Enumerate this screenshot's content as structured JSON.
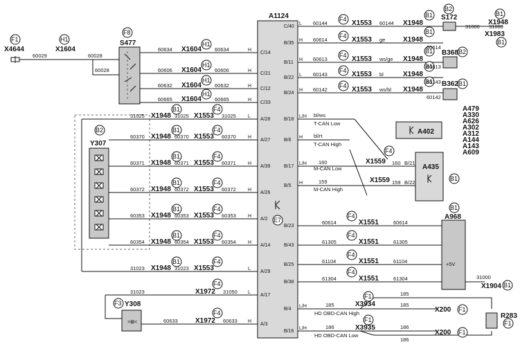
{
  "main_module": {
    "id": "A1124",
    "mark": "E7"
  },
  "left_pins": [
    {
      "pin": "C/14",
      "state": "H"
    },
    {
      "pin": "C/21",
      "state": "H"
    },
    {
      "pin": "C/12",
      "state": "H"
    },
    {
      "pin": "C/33",
      "state": "H"
    },
    {
      "pin": "A/28",
      "state": "L"
    },
    {
      "pin": "A/27",
      "state": "H"
    },
    {
      "pin": "A/39",
      "state": "H"
    },
    {
      "pin": "A/26",
      "state": "H"
    },
    {
      "pin": "A/2",
      "state": "H"
    },
    {
      "pin": "A/14",
      "state": "H"
    },
    {
      "pin": "A/29",
      "state": "L"
    },
    {
      "pin": "A/17",
      "state": "L"
    },
    {
      "pin": "A/3",
      "state": "H"
    }
  ],
  "right_pins": [
    {
      "pin": "C/40",
      "state": "L"
    },
    {
      "pin": "B/35",
      "state": "H"
    },
    {
      "pin": "B/11",
      "state": "H"
    },
    {
      "pin": "B/22",
      "state": "L"
    },
    {
      "pin": "B/24",
      "state": "H"
    },
    {
      "pin": "B/18",
      "state": "L/H"
    },
    {
      "pin": "B/6",
      "state": "H"
    },
    {
      "pin": "B/17",
      "state": "L/H"
    },
    {
      "pin": "B/5",
      "state": "H"
    },
    {
      "pin": "B/23",
      "state": ""
    },
    {
      "pin": "B/43",
      "state": ""
    },
    {
      "pin": "B/25",
      "state": ""
    },
    {
      "pin": "B/38",
      "state": ""
    },
    {
      "pin": "B/4",
      "state": "L/H"
    },
    {
      "pin": "B/16",
      "state": "L/H"
    }
  ],
  "left_top": {
    "f1": "F1",
    "x4644": "X4644",
    "w60029": "60029",
    "h1": "H1",
    "x1604": "X1604",
    "w60028": "60028",
    "w60028b": "60028"
  },
  "s477": {
    "id": "S477",
    "mark": "F8"
  },
  "left_wires": [
    {
      "a": "60634",
      "conn": "X1604",
      "mark": "H1",
      "b": "60634"
    },
    {
      "a": "60606",
      "conn": "X1604",
      "mark": "H1",
      "b": "60606"
    },
    {
      "a": "60632",
      "conn": "X1604",
      "mark": "H1",
      "b": "60632"
    },
    {
      "a": "60665",
      "conn": "X1604",
      "mark": "H1",
      "b": "60665"
    }
  ],
  "mid_wires": [
    {
      "a": "31025",
      "c1": "X1948",
      "m1": "B1",
      "b": "31025",
      "c2": "X1553",
      "m2": "F4",
      "d": "31025"
    },
    {
      "a": "60370",
      "c1": "X1948",
      "m1": "B1",
      "b": "60370",
      "c2": "X1553",
      "m2": "F4",
      "d": "60370"
    },
    {
      "a": "60371",
      "c1": "X1948",
      "m1": "B1",
      "b": "60371",
      "c2": "X1553",
      "m2": "F4",
      "d": "60371"
    },
    {
      "a": "60372",
      "c1": "X1948",
      "m1": "B1",
      "b": "60372",
      "c2": "X1553",
      "m2": "F4",
      "d": "60372"
    },
    {
      "a": "60353",
      "c1": "X1948",
      "m1": "B1",
      "b": "60353",
      "c2": "X1553",
      "m2": "F4",
      "d": "60353"
    },
    {
      "a": "60354",
      "c1": "X1948",
      "m1": "B1",
      "b": "60354",
      "c2": "X1553",
      "m2": "F4",
      "d": "60354"
    },
    {
      "a": "31023",
      "c1": "X1948",
      "m1": "B1",
      "b": "31023",
      "c2": "X1553",
      "m2": "F4",
      "d": ""
    }
  ],
  "y307": {
    "id": "Y307",
    "mark": "B2"
  },
  "y308": {
    "id": "Y308",
    "mark": "F3"
  },
  "bottom_wires": [
    {
      "a": "31023",
      "conn": "X1972",
      "mark": "F4",
      "b": "31050"
    },
    {
      "a": "60633",
      "conn": "X1972",
      "mark": "F4",
      "b": "60633"
    }
  ],
  "right_wires": [
    {
      "a": "60144",
      "c1": "X1553",
      "m1": "F4",
      "b": "60144",
      "color": "",
      "c2": "X1948",
      "m2": "B1"
    },
    {
      "a": "60614",
      "c1": "X1553",
      "m1": "F4",
      "b": "ge",
      "color": "",
      "c2": "X1948",
      "m2": "B1"
    },
    {
      "a": "60613",
      "c1": "X1553",
      "m1": "F4",
      "b": "ws/ge",
      "color": "",
      "c2": "X1948",
      "m2": "B1"
    },
    {
      "a": "60143",
      "c1": "X1553",
      "m1": "F4",
      "b": "bl",
      "color": "",
      "c2": "X1948",
      "m2": "B1"
    },
    {
      "a": "60142",
      "c1": "X1553",
      "m1": "F4",
      "b": "ws/bl",
      "color": "",
      "c2": "X1948",
      "m2": "B1"
    }
  ],
  "right_wire_ends": [
    "60614",
    "60613",
    "60143",
    "60142"
  ],
  "s172": {
    "id": "S172",
    "mark": "B2",
    "x1948": "X1948",
    "b1": "B1",
    "w31000": "31000",
    "w31000b": "31000",
    "x1983": "X1983",
    "b1b": "B1"
  },
  "b368": {
    "id": "B368",
    "mark": "B2"
  },
  "b362": {
    "id": "B362",
    "mark": "B1"
  },
  "can_t": {
    "low": "bl/ws",
    "low_label": "T-CAN Low",
    "high": "bl/rt",
    "high_label": "T-CAN High"
  },
  "a402": {
    "id": "A402"
  },
  "can_ids": [
    "A479",
    "A330",
    "A626",
    "A302",
    "A312",
    "A144",
    "A143",
    "A609"
  ],
  "can_m": {
    "low": "160",
    "low_label": "M-CAN Low",
    "high": "159",
    "high_label": "M-CAN High",
    "x1559": "X1559",
    "x1559b": "X1559",
    "f4": "F4",
    "low_end": "160",
    "low_pin": "B/21",
    "high_end": "159",
    "high_pin": "B/22"
  },
  "a435": {
    "id": "A435",
    "mark": "B1"
  },
  "a968": {
    "id": "A968",
    "mark": "B1",
    "v": "+5V"
  },
  "a968_wires": [
    {
      "a": "60614",
      "conn": "X1551",
      "mark": "F4",
      "b": "60614"
    },
    {
      "a": "61305",
      "conn": "X1551",
      "mark": "F4",
      "b": "61305"
    },
    {
      "a": "61104",
      "conn": "X1551",
      "mark": "F4",
      "b": "61104"
    },
    {
      "a": "61304",
      "conn": "X1551",
      "mark": "F4",
      "b": "61304"
    }
  ],
  "a968_out": {
    "w31000": "31000",
    "x1904": "X1904",
    "b1": "B1"
  },
  "obd": {
    "high": "185",
    "high_b": "185",
    "high_c": "185",
    "high_label": "HD OBD-CAN High",
    "low": "186",
    "low_b": "186",
    "low_c": "186",
    "low_label": "HD OBD-CAN Low",
    "x3934": "X3934",
    "x3935": "X3935",
    "f1a": "F1",
    "f1b": "F1",
    "x200a": "X200",
    "x200b": "X200",
    "f1c": "F1",
    "f1d": "F1"
  },
  "r283": {
    "id": "R283",
    "mark": "F1"
  }
}
